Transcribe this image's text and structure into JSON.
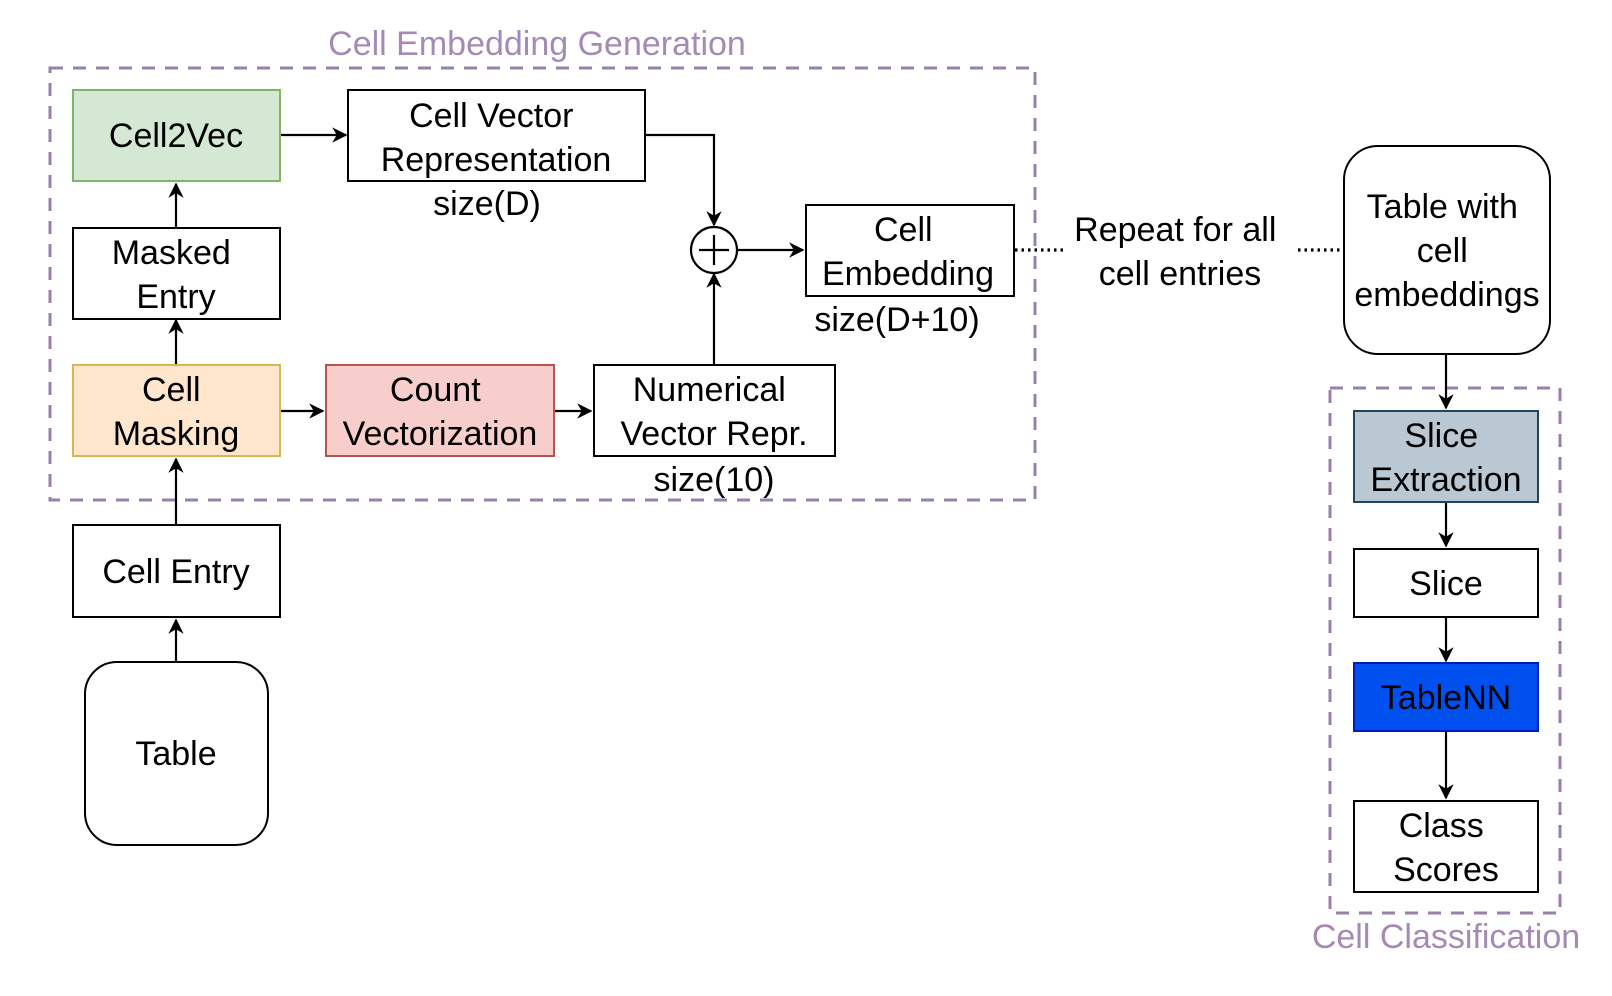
{
  "colors": {
    "group_border": "#9a80a8",
    "group_title": "#a58ab5",
    "cell2vec_fill": "#d5e8d4",
    "cell2vec_stroke": "#82b366",
    "cell_masking_fill": "#ffe6cc",
    "cell_masking_stroke": "#d6b656",
    "count_vectorization_fill": "#f8cecc",
    "count_vectorization_stroke": "#b85450",
    "slice_extraction_fill": "#bac8d3",
    "slice_extraction_stroke": "#23445d",
    "tablenn_fill": "#0050ef",
    "tablenn_stroke": "#001dbc",
    "tablenn_text": "#ffffff",
    "default_text": "#000000"
  },
  "groups": {
    "embedding": {
      "title": "Cell Embedding Generation"
    },
    "classification": {
      "title": "Cell Classification"
    }
  },
  "nodes": {
    "cell2vec": {
      "lines": [
        "Cell2Vec"
      ]
    },
    "cell_vector_representation": {
      "lines": [
        "Cell Vector",
        "Representation"
      ],
      "size_label": "size(D)"
    },
    "masked_entry": {
      "lines": [
        "Masked",
        "Entry"
      ]
    },
    "cell_masking": {
      "lines": [
        "Cell",
        "Masking"
      ]
    },
    "count_vectorization": {
      "lines": [
        "Count",
        "Vectorization"
      ]
    },
    "numerical_vector_repr": {
      "lines": [
        "Numerical",
        "Vector Repr."
      ],
      "size_label": "size(10)"
    },
    "cell_embedding": {
      "lines": [
        "Cell",
        "Embedding"
      ],
      "size_label": "size(D+10)"
    },
    "cell_entry": {
      "lines": [
        "Cell Entry"
      ]
    },
    "table": {
      "lines": [
        "Table"
      ]
    },
    "table_with_embeddings": {
      "lines": [
        "Table with",
        "cell",
        "embeddings"
      ]
    },
    "slice_extraction": {
      "lines": [
        "Slice",
        "Extraction"
      ]
    },
    "slice": {
      "lines": [
        "Slice"
      ]
    },
    "tablenn": {
      "lines": [
        "TableNN"
      ]
    },
    "class_scores": {
      "lines": [
        "Class",
        "Scores"
      ]
    }
  },
  "repeat_note": {
    "lines": [
      "Repeat for all",
      "cell entries"
    ]
  },
  "icons": {
    "sum_operator": "circled-plus-icon"
  }
}
